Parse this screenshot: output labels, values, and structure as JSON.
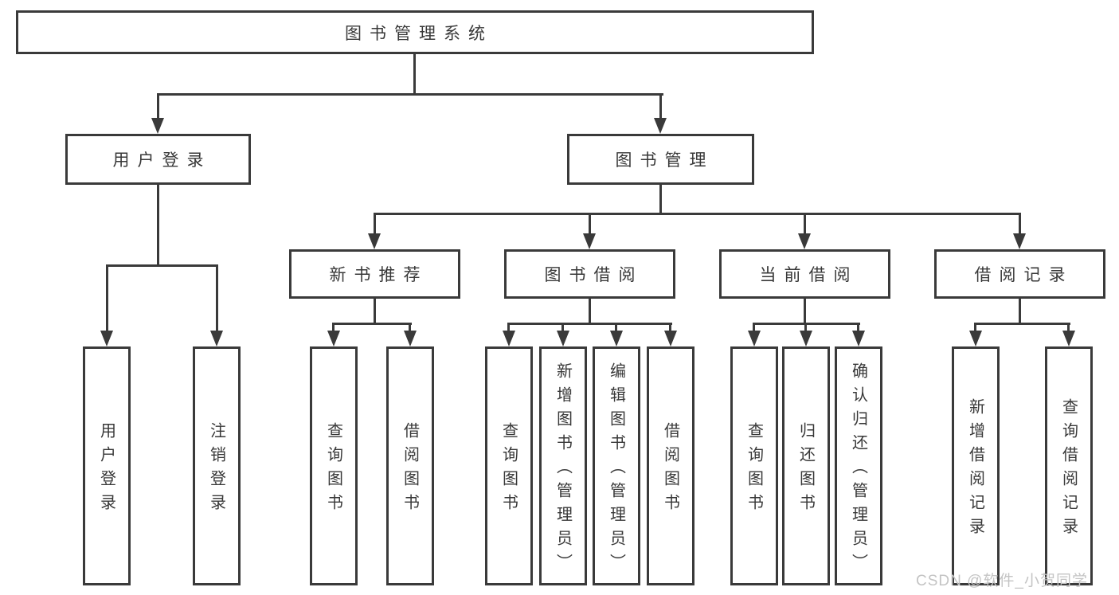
{
  "diagram": {
    "root": {
      "label": "图书管理系统"
    },
    "branches": [
      {
        "label": "用户登录",
        "children": [
          {
            "label": "用户登录"
          },
          {
            "label": "注销登录"
          }
        ]
      },
      {
        "label": "图书管理",
        "children": [
          {
            "label": "新书推荐",
            "children": [
              {
                "label": "查询图书"
              },
              {
                "label": "借阅图书"
              }
            ]
          },
          {
            "label": "图书借阅",
            "children": [
              {
                "label": "查询图书"
              },
              {
                "label": "新增图书（管理员）"
              },
              {
                "label": "编辑图书（管理员）"
              },
              {
                "label": "借阅图书"
              }
            ]
          },
          {
            "label": "当前借阅",
            "children": [
              {
                "label": "查询图书"
              },
              {
                "label": "归还图书"
              },
              {
                "label": "确认归还（管理员）"
              }
            ]
          },
          {
            "label": "借阅记录",
            "children": [
              {
                "label": "新增借阅记录"
              },
              {
                "label": "查询借阅记录"
              }
            ]
          }
        ]
      }
    ]
  },
  "watermark": {
    "text": "CSDN @软件_小贺同学"
  },
  "colors": {
    "line": "#3a3a3a",
    "text": "#383838",
    "watermark": "#c4c4c4",
    "background": "#ffffff"
  }
}
